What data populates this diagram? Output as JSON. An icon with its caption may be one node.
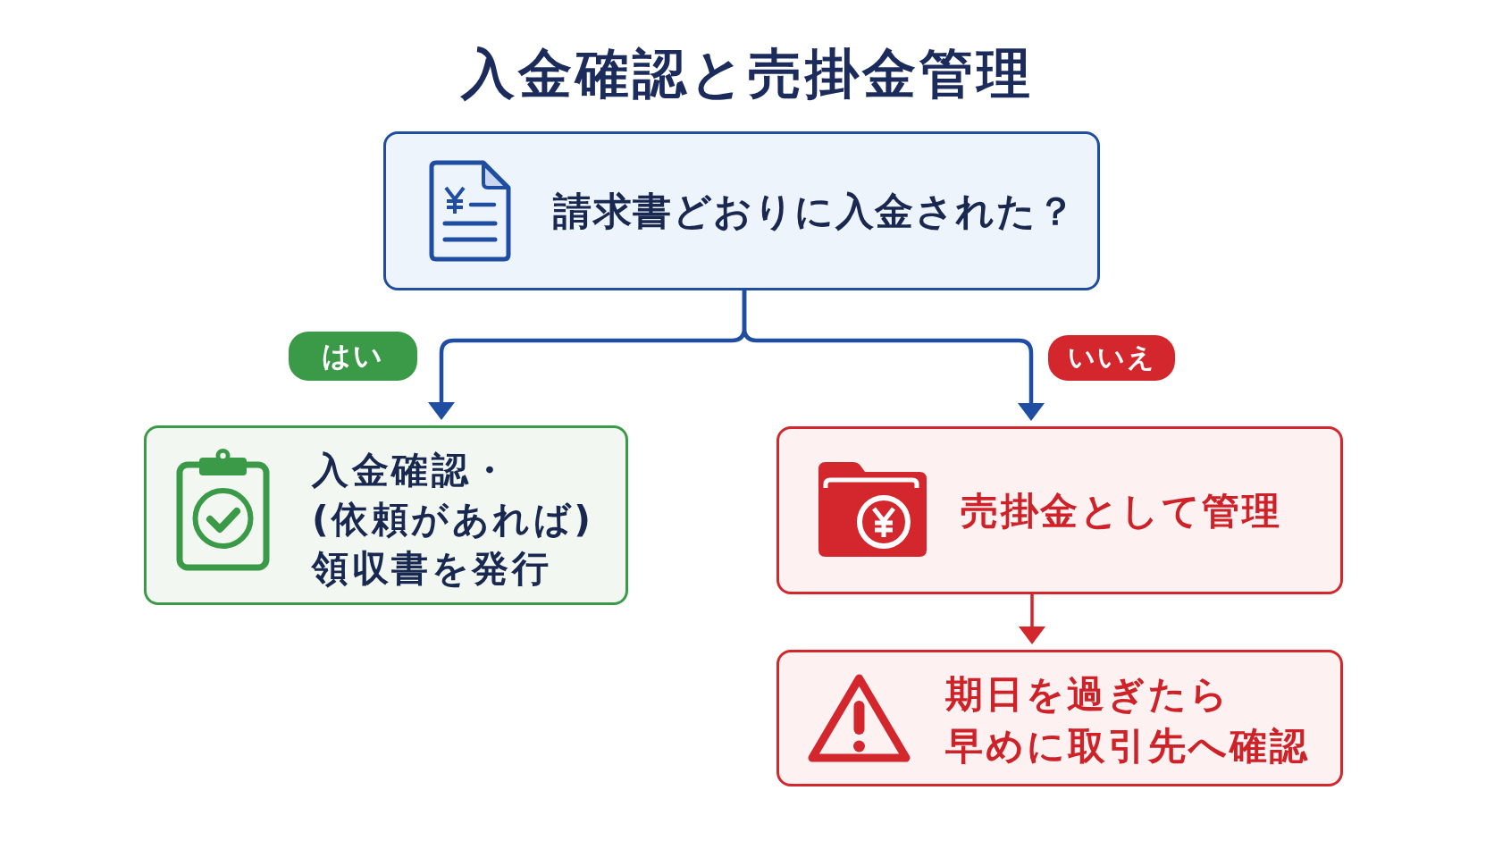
{
  "diagram": {
    "title": "入金確認と売掛金管理",
    "nodes": [
      {
        "text": [
          "請求書どおりに入金された？"
        ]
      },
      {
        "text": [
          "入金確認・(依頼があれば)領収書を発行"
        ]
      },
      {
        "text": [
          "売掛金として管理"
        ]
      },
      {
        "text": [
          "期日を過ぎたら早めに取引先へ確認"
        ]
      }
    ],
    "edges": [
      {
        "from": 0,
        "to": 1,
        "arrow": "to",
        "label": "はい"
      },
      {
        "from": 0,
        "to": 2,
        "arrow": "to",
        "label": "いいえ"
      },
      {
        "from": 2,
        "to": 3,
        "arrow": "to",
        "color": "#d3262d"
      }
    ]
  }
}
